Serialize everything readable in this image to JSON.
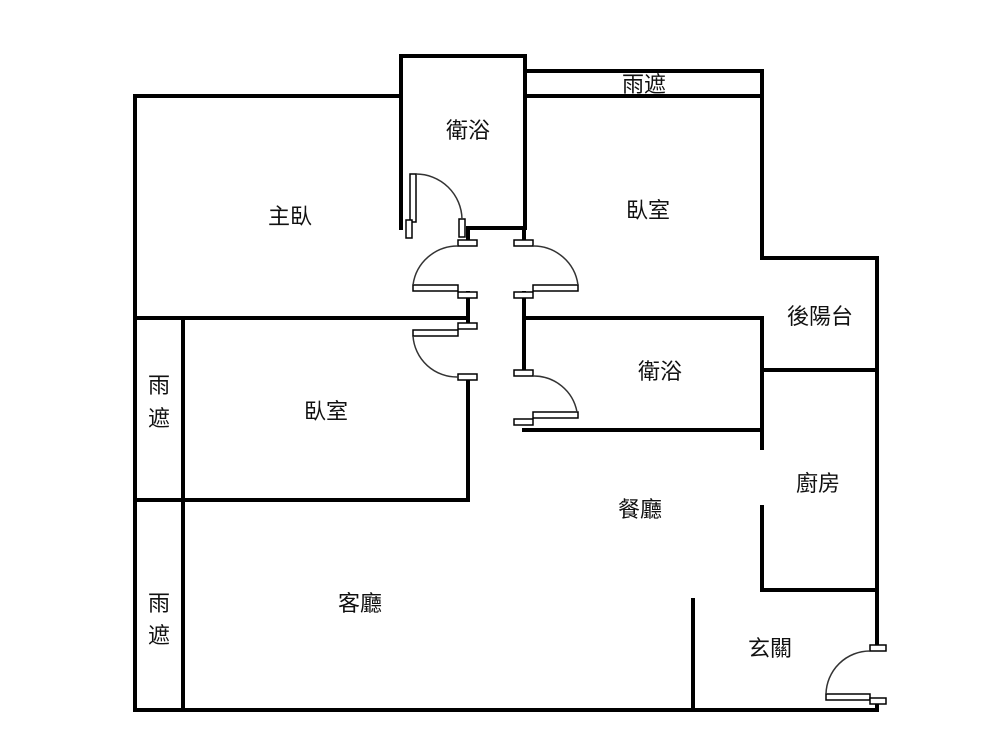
{
  "title": "Floor plan",
  "rooms": {
    "master_bedroom": "主臥",
    "bath_top": "衛浴",
    "rain_cover_top": "雨遮",
    "bedroom_right": "臥室",
    "back_balcony": "後陽台",
    "bath_right": "衛浴",
    "bedroom_left": "臥室",
    "rain_cover_left_1a": "雨",
    "rain_cover_left_1b": "遮",
    "rain_cover_left_2a": "雨",
    "rain_cover_left_2b": "遮",
    "kitchen": "廚房",
    "dining": "餐廳",
    "living": "客廳",
    "entrance": "玄關"
  }
}
